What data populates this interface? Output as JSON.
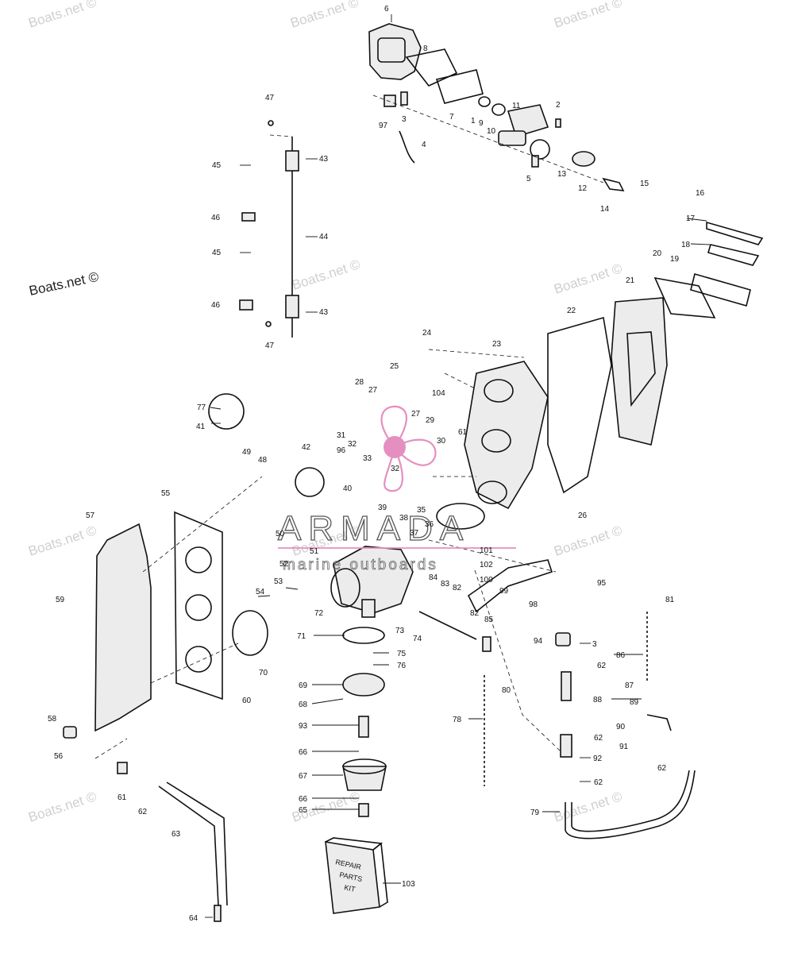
{
  "watermarks": {
    "site": "Boats.net ©",
    "site_dark": "Boats.net ©"
  },
  "brand": {
    "name": "ARMADA",
    "tagline": "marine outboards",
    "color": "#e58fc0"
  },
  "repair_kit": {
    "line1": "REPAIR",
    "line2": "PARTS",
    "line3": "KIT"
  },
  "callouts": {
    "c1": "1",
    "c2": "2",
    "c3": "3",
    "c3b": "3",
    "c4": "4",
    "c5": "5",
    "c6": "6",
    "c7": "7",
    "c8": "8",
    "c9": "9",
    "c10": "10",
    "c11": "11",
    "c12": "12",
    "c13": "13",
    "c14": "14",
    "c15": "15",
    "c16": "16",
    "c17": "17",
    "c18": "18",
    "c19": "19",
    "c20": "20",
    "c21": "21",
    "c22": "22",
    "c23": "23",
    "c24": "24",
    "c25": "25",
    "c26": "26",
    "c27": "27",
    "c27b": "27",
    "c28": "28",
    "c29": "29",
    "c30": "30",
    "c31": "31",
    "c32": "32",
    "c32b": "32",
    "c33": "33",
    "c35": "35",
    "c36": "36",
    "c37": "37",
    "c38": "38",
    "c39": "39",
    "c40": "40",
    "c41": "41",
    "c42": "42",
    "c43": "43",
    "c43b": "43",
    "c44": "44",
    "c45": "45",
    "c45b": "45",
    "c46": "46",
    "c46b": "46",
    "c47": "47",
    "c47b": "47",
    "c48": "48",
    "c49": "49",
    "c50": "50",
    "c51": "51",
    "c52": "52",
    "c53": "53",
    "c54": "54",
    "c55": "55",
    "c56": "56",
    "c57": "57",
    "c58": "58",
    "c59": "59",
    "c60": "60",
    "c61": "61",
    "c61b": "61",
    "c62": "62",
    "c62b": "62",
    "c62c": "62",
    "c62d": "62",
    "c62e": "62",
    "c63": "63",
    "c64": "64",
    "c65": "65",
    "c66": "66",
    "c66b": "66",
    "c67": "67",
    "c68": "68",
    "c69": "69",
    "c70": "70",
    "c71": "71",
    "c72": "72",
    "c73": "73",
    "c74": "74",
    "c75": "75",
    "c76": "76",
    "c77": "77",
    "c78": "78",
    "c79": "79",
    "c80": "80",
    "c81": "81",
    "c82": "82",
    "c82b": "82",
    "c83": "83",
    "c84": "84",
    "c85": "85",
    "c86": "86",
    "c87": "87",
    "c88": "88",
    "c89": "89",
    "c90": "90",
    "c91": "91",
    "c92": "92",
    "c93": "93",
    "c94": "94",
    "c95": "95",
    "c96": "96",
    "c97": "97",
    "c98": "98",
    "c99": "99",
    "c100": "100",
    "c101": "101",
    "c102": "102",
    "c103": "103",
    "c104": "104"
  }
}
